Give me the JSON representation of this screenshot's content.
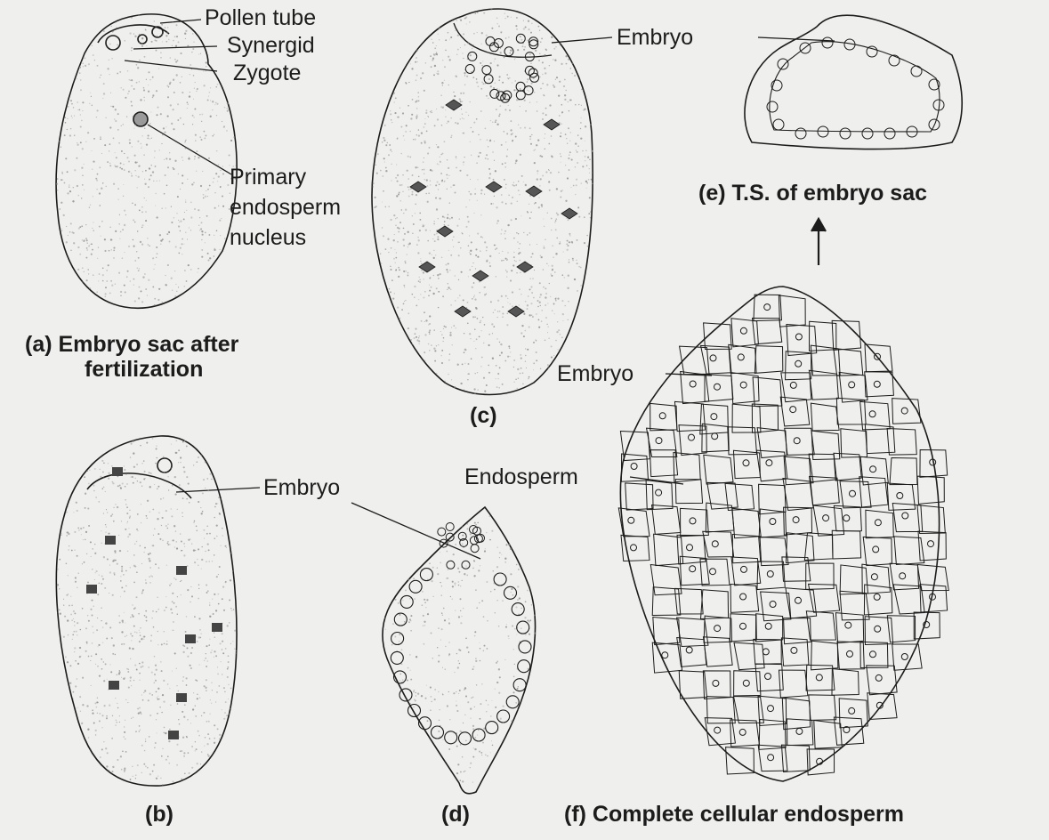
{
  "colors": {
    "background": "#efefed",
    "ink": "#1c1c1c",
    "nucleus_fill": "#9a9a9a",
    "stipple": "#8c8c8c"
  },
  "panels": {
    "a": {
      "caption_line1": "(a) Embryo sac after",
      "caption_line2": "fertilization",
      "labels": {
        "pollen_tube": "Pollen tube",
        "synergid": "Synergid",
        "zygote": "Zygote",
        "pen_line1": "Primary",
        "pen_line2": "endosperm",
        "pen_line3": "nucleus"
      }
    },
    "b": {
      "caption": "(b)",
      "labels": {
        "embryo": "Embryo"
      }
    },
    "c": {
      "caption": "(c)",
      "labels": {
        "embryo": "Embryo"
      }
    },
    "d": {
      "caption": "(d)"
    },
    "e": {
      "caption": "(e) T.S. of embryo sac"
    },
    "f": {
      "caption": "(f) Complete cellular endosperm",
      "labels": {
        "embryo": "Embryo",
        "endosperm": "Endosperm"
      }
    }
  }
}
